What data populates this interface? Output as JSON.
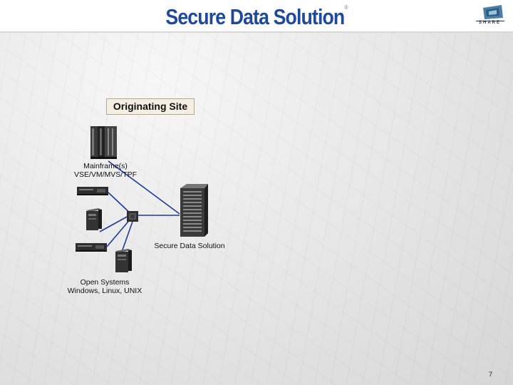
{
  "slide": {
    "title": "Secure Data Solution",
    "title_mark": "®",
    "page_number": "7",
    "title_color": "#1f4a9c"
  },
  "logo": {
    "icon": "share-logo-icon",
    "word": "SHARE"
  },
  "diagram": {
    "site_label": "Originating Site",
    "mainframe_label": "Mainframe(s)",
    "mainframe_os": "VSE/VM/MVS/TPF",
    "server_label": "Secure Data Solution",
    "open_systems_label": "Open Systems",
    "open_systems_os": "Windows, Linux, UNIX",
    "link_color": "#1c3aa0",
    "icons": [
      "mainframe-icon",
      "rack-server-icon",
      "tower-server-icon",
      "network-switch-icon",
      "secure-server-icon"
    ]
  }
}
